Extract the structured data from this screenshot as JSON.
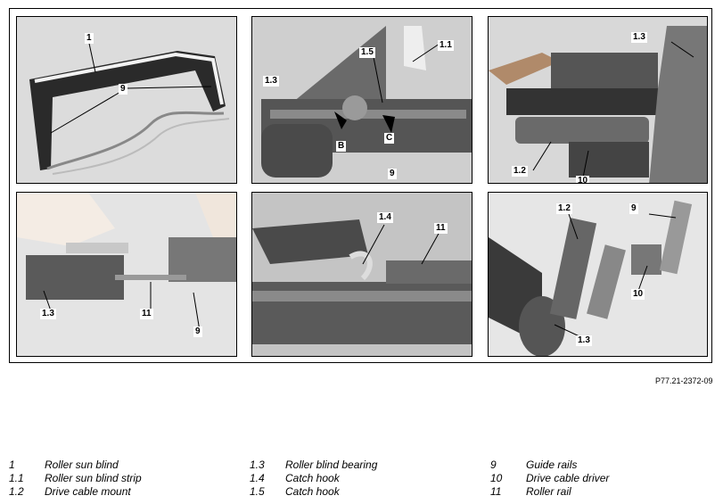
{
  "figure_ref": "P77.21-2372-09",
  "panels": [
    {
      "callouts": [
        "1",
        "9"
      ]
    },
    {
      "callouts": [
        "1.5",
        "1.1",
        "1.3",
        "B",
        "C",
        "9"
      ]
    },
    {
      "callouts": [
        "1.3",
        "1.2",
        "10"
      ]
    },
    {
      "callouts": [
        "1.3",
        "11",
        "9"
      ]
    },
    {
      "callouts": [
        "1.4",
        "11"
      ]
    },
    {
      "callouts": [
        "1.2",
        "9",
        "10",
        "1.3"
      ]
    }
  ],
  "legend": {
    "col1": [
      {
        "num": "1",
        "label": "Roller sun blind"
      },
      {
        "num": "1.1",
        "label": "Roller sun blind strip"
      },
      {
        "num": "1.2",
        "label": "Drive cable mount"
      }
    ],
    "col2": [
      {
        "num": "1.3",
        "label": "Roller blind bearing"
      },
      {
        "num": "1.4",
        "label": "Catch hook"
      },
      {
        "num": "1.5",
        "label": "Catch hook"
      }
    ],
    "col3": [
      {
        "num": "9",
        "label": "Guide rails"
      },
      {
        "num": "10",
        "label": "Drive cable driver"
      },
      {
        "num": "11",
        "label": "Roller rail"
      }
    ]
  }
}
